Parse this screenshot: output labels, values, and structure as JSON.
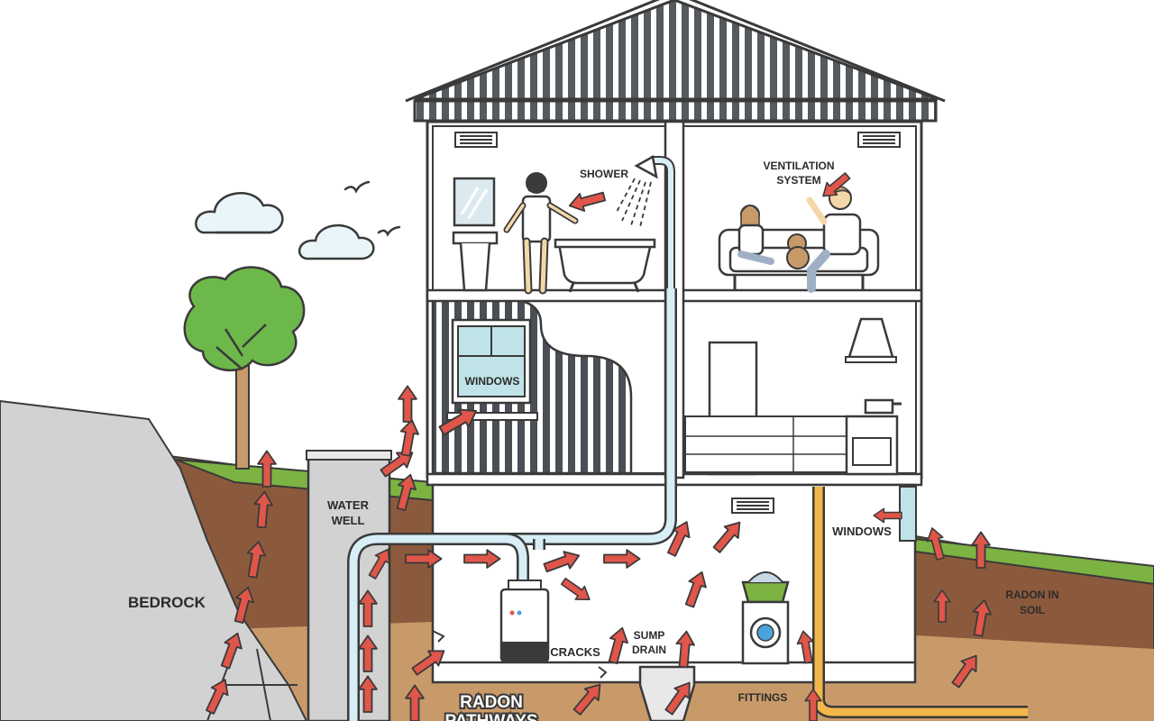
{
  "labels": {
    "shower": "SHOWER",
    "ventilation_line1": "VENTILATION",
    "ventilation_line2": "SYSTEM",
    "windows_upper": "WINDOWS",
    "windows_lower": "WINDOWS",
    "water_well_line1": "WATER",
    "water_well_line2": "WELL",
    "bedrock": "BEDROCK",
    "radon_in_soil_line1": "RADON IN",
    "radon_in_soil_line2": "SOIL",
    "cracks": "CRACKS",
    "sump_drain_line1": "SUMP",
    "sump_drain_line2": "DRAIN",
    "fittings": "FITTINGS",
    "radon_pathways_line1": "RADON",
    "radon_pathways_line2": "PATHWAYS"
  },
  "colors": {
    "outline": "#3a3a3a",
    "roof_stripe": "#555a5f",
    "arrow_fill": "#e0564a",
    "bedrock": "#d2d2d2",
    "soil_dark": "#8b5a3c",
    "soil_light": "#c89a6a",
    "grass": "#7cb342",
    "pipe_blue": "#d7eef7",
    "pipe_yellow": "#f2b64a",
    "tree_green": "#6db84a",
    "trunk": "#c89a6a"
  },
  "icons": [
    "cloud-icon",
    "bird-icon",
    "tree-icon",
    "shower-head-icon",
    "sink-icon",
    "bathtub-icon",
    "sofa-icon",
    "fridge-icon",
    "range-hood-icon",
    "stove-icon",
    "water-heater-icon",
    "washing-machine-icon",
    "laundry-basket-icon",
    "vent-grille-icon",
    "radon-arrow-icon"
  ]
}
